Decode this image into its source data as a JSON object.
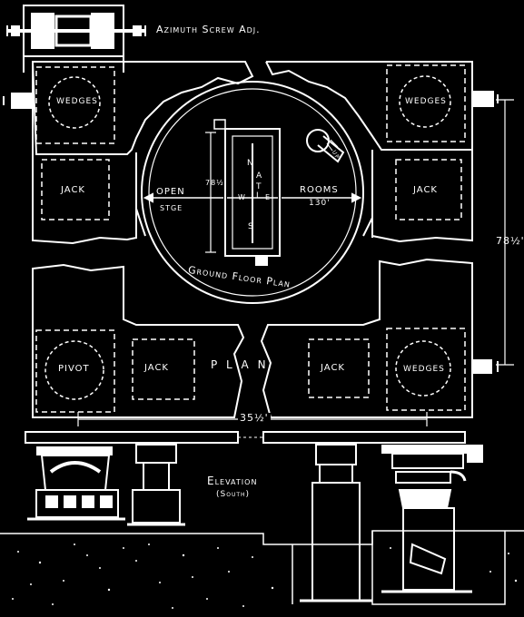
{
  "labels": {
    "azimuth": "Azimuth Screw Adj.",
    "wedges_nw": "WEDGES",
    "wedges_ne": "WEDGES",
    "wedges_se": "WEDGES",
    "jack_nw": "JACK",
    "jack_ne": "JACK",
    "jack_sw": "JACK",
    "jack_se": "JACK",
    "pivot": "PIVOT",
    "open": "OPEN",
    "stage": "STGE",
    "rooms": "ROOMS",
    "rooms_dim": "130'",
    "dim_78_small": "78½",
    "ground_floor_plan": "Ground Floor Plan",
    "plan": "P L A N",
    "dim_right": "78½'",
    "dim_bottom": "35½'",
    "elevation": "Elevation",
    "south": "(South)",
    "up": "UP",
    "compass_n": "N",
    "compass_s": "S",
    "compass_e": "E",
    "compass_w": "W",
    "compass_a": "A",
    "compass_t": "T",
    "compass_i": "I"
  }
}
